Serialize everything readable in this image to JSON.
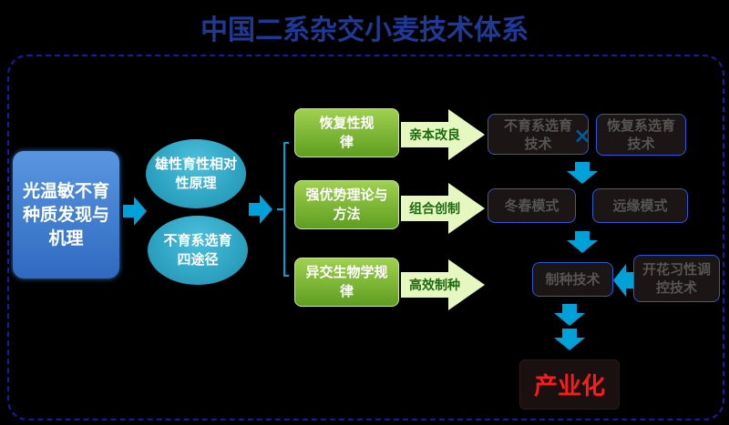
{
  "title": "中国二系杂交小麦技术体系",
  "source": "光温敏不育种质发现与机理",
  "principles": [
    "雄性育性相对性原理",
    "不育系选育四途径"
  ],
  "theories": [
    "恢复性规律",
    "强优势理论与方法",
    "异交生物学规律"
  ],
  "methods": [
    "亲本改良",
    "组合创制",
    "高效制种"
  ],
  "techniques": {
    "sterile_breeding": "不育系选育技术",
    "restorer_breeding": "恢复系选育技术",
    "cross_symbol": "×",
    "winter_spring": "冬春模式",
    "distant": "远缘模式",
    "seed_production": "制种技术",
    "flowering_control": "开花习性调控技术"
  },
  "result": "产业化",
  "colors": {
    "title": "#1e3a96",
    "arrow": "#00a0d8",
    "result": "#ff1a1a",
    "green": "#8cc63f"
  }
}
